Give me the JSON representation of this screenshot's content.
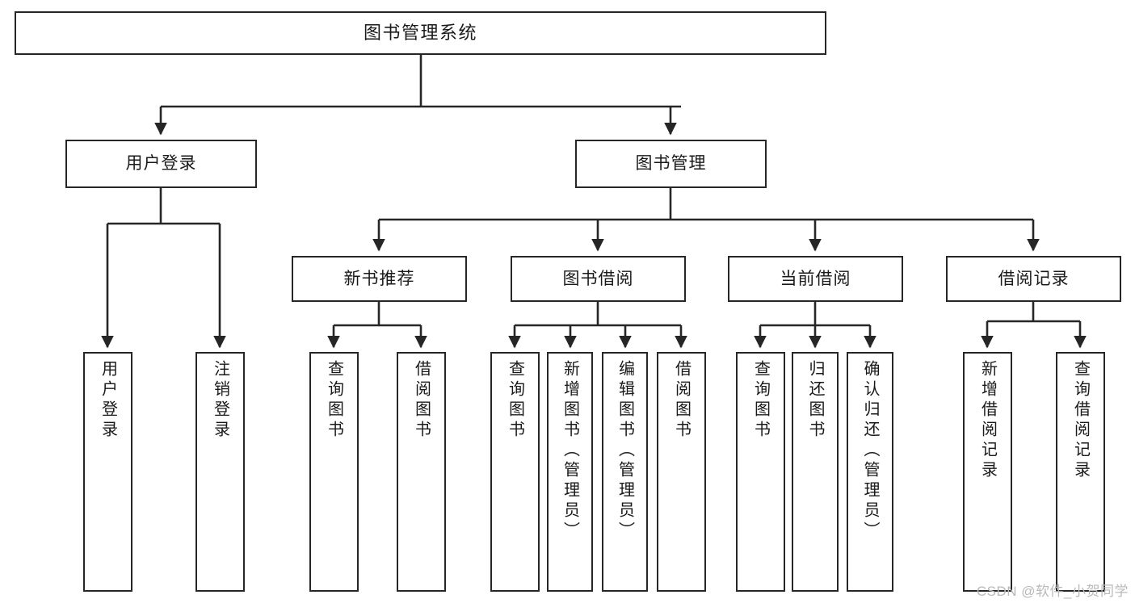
{
  "diagram": {
    "title": "图书管理系统",
    "watermark": "CSDN @软件_小贺同学",
    "line_color": "#262626",
    "box_border_color": "#262626",
    "box_fill_color": "#ffffff",
    "text_color": "#1a1a1a"
  },
  "nodes": {
    "root": {
      "label": "图书管理系统"
    },
    "level2": [
      {
        "label": "用户登录"
      },
      {
        "label": "图书管理"
      }
    ],
    "level3": [
      {
        "label": "新书推荐"
      },
      {
        "label": "图书借阅"
      },
      {
        "label": "当前借阅"
      },
      {
        "label": "借阅记录"
      }
    ],
    "leaves": {
      "user_login": [
        {
          "label": "用户登录"
        },
        {
          "label": "注销登录"
        }
      ],
      "new_book": [
        {
          "label": "查询图书"
        },
        {
          "label": "借阅图书"
        }
      ],
      "book_borrow": [
        {
          "label": "查询图书"
        },
        {
          "label": "新增图书（管理员）"
        },
        {
          "label": "编辑图书（管理员）"
        },
        {
          "label": "借阅图书"
        }
      ],
      "current_borrow": [
        {
          "label": "查询图书"
        },
        {
          "label": "归还图书"
        },
        {
          "label": "确认归还（管理员）"
        }
      ],
      "borrow_record": [
        {
          "label": "新增借阅记录"
        },
        {
          "label": "查询借阅记录"
        }
      ]
    }
  }
}
